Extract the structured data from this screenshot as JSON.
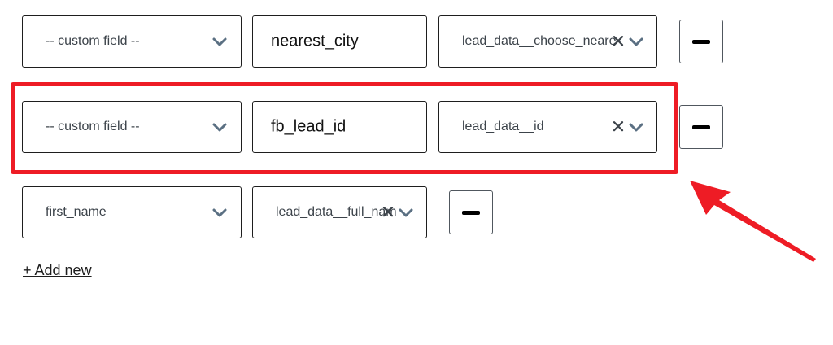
{
  "rows": [
    {
      "field_select": "-- custom field --",
      "name_input": "nearest_city",
      "value_select": "lead_data__choose_neare"
    },
    {
      "field_select": "-- custom field --",
      "name_input": "fb_lead_id",
      "value_select": "lead_data__id"
    },
    {
      "field_select": "first_name",
      "value_select": "lead_data__full_nam"
    }
  ],
  "add_new_label": "+ Add new",
  "icons": {
    "chevron": "chevron-down-icon",
    "clear": "close-icon",
    "remove": "minus-icon"
  },
  "colors": {
    "highlight": "#ee1c25",
    "chevron": "#5b7083"
  }
}
